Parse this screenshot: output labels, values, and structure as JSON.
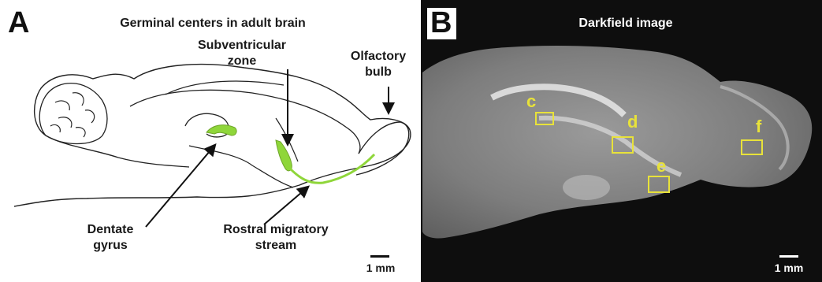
{
  "panel_a": {
    "letter": "A",
    "title": "Germinal centers in adult brain",
    "labels": {
      "subventricular_zone": [
        "Subventricular",
        "zone"
      ],
      "olfactory_bulb": [
        "Olfactory",
        "bulb"
      ],
      "dentate_gyrus": [
        "Dentate",
        "gyrus"
      ],
      "rostral_migratory_stream": [
        "Rostral migratory",
        "stream"
      ]
    },
    "scale_label": "1 mm",
    "highlight_color": "#8fd63a"
  },
  "panel_b": {
    "letter": "B",
    "title": "Darkfield image",
    "scale_label": "1 mm",
    "boxes": [
      "c",
      "d",
      "e",
      "f"
    ],
    "box_color": "#e8e23a"
  }
}
